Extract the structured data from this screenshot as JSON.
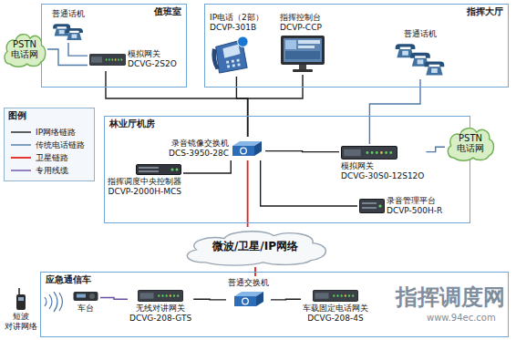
{
  "diagram": {
    "nodes": [
      {
        "text": [
          "值班室"
        ]
      },
      {
        "text": [
          "普通话机"
        ],
        "in": 0
      },
      {
        "text": [
          "模拟网关",
          "DCVG-2S2O"
        ],
        "in": 0
      },
      {
        "text": [
          "PSTN 电话网"
        ]
      },
      {
        "text": [
          "指挥大厅"
        ]
      },
      {
        "text": [
          "IP电话（2部）",
          "DCVP-301B"
        ],
        "in": 4
      },
      {
        "text": [
          "指挥控制台",
          "DCVP-CCP"
        ],
        "in": 4
      },
      {
        "text": [
          "普通话机"
        ],
        "in": 4
      },
      {
        "text": [
          "林业厅机房"
        ]
      },
      {
        "text": [
          "录音镜像交换机",
          "DCS-3950-28C"
        ],
        "in": 8
      },
      {
        "text": [
          "指挥调度中央控制器",
          "DCVP-2000H-MCS"
        ],
        "in": 8
      },
      {
        "text": [
          "模拟网关",
          "DCVG-30S0-12S12O"
        ],
        "in": 8
      },
      {
        "text": [
          "录音管理平台",
          "DCVP-500H-R"
        ],
        "in": 8
      },
      {
        "text": [
          "PSTN 电话网"
        ]
      },
      {
        "text": [
          "微波/卫星/IP网络"
        ]
      },
      {
        "text": [
          "应急通信车"
        ]
      },
      {
        "text": [
          "短波 对讲网络"
        ]
      },
      {
        "text": [
          "车台"
        ],
        "in": 15
      },
      {
        "text": [
          "无线对讲网关",
          "DCVG-208-GTS"
        ],
        "in": 15
      },
      {
        "text": [
          "普通交换机"
        ],
        "in": 15
      },
      {
        "text": [
          "车载固定电话网关",
          "DCVG-208-4S"
        ],
        "in": 15
      }
    ],
    "edges": [
      {
        "from": 3,
        "to": 2,
        "arrow": "none"
      },
      {
        "from": 1,
        "to": 2,
        "arrow": "none"
      },
      {
        "from": 2,
        "to": 9,
        "arrow": "none"
      },
      {
        "from": 5,
        "to": 9,
        "arrow": "none"
      },
      {
        "from": 6,
        "to": 9,
        "arrow": "none"
      },
      {
        "from": 7,
        "to": 11,
        "arrow": "none"
      },
      {
        "from": 10,
        "to": 9,
        "arrow": "none"
      },
      {
        "from": 11,
        "to": 9,
        "arrow": "none"
      },
      {
        "from": 12,
        "to": 9,
        "arrow": "none"
      },
      {
        "from": 11,
        "to": 13,
        "arrow": "none"
      },
      {
        "from": 9,
        "to": 14,
        "arrow": "none"
      },
      {
        "from": 14,
        "to": 19,
        "arrow": "none"
      },
      {
        "from": 17,
        "to": 18,
        "arrow": "none"
      },
      {
        "from": 18,
        "to": 19,
        "arrow": "none"
      },
      {
        "from": 19,
        "to": 20,
        "arrow": "none"
      }
    ],
    "labels": [
      "图例",
      "指挥调度网",
      "www.94ec.com"
    ],
    "legend": [
      {
        "text": "IP网络链路"
      },
      {
        "text": "传统电话链路"
      },
      {
        "text": "卫星链路"
      },
      {
        "text": "专用线缆"
      }
    ]
  }
}
